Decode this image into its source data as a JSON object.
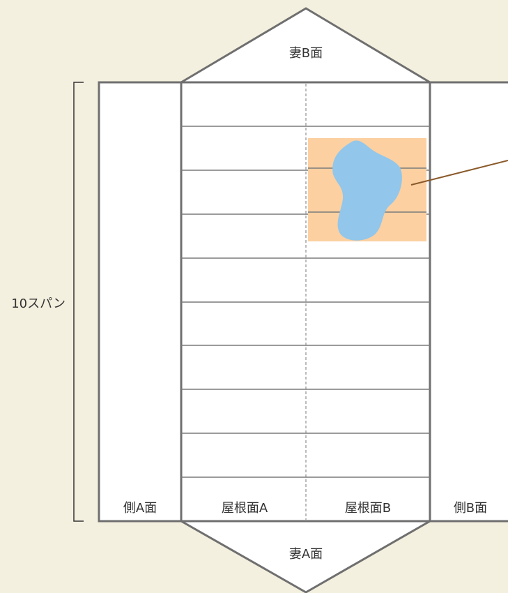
{
  "faces": {
    "gable_b": "妻B面",
    "gable_a": "妻A面",
    "side_a": "側A面",
    "roof_a": "屋根面A",
    "roof_b": "屋根面B",
    "side_b": "側B面"
  },
  "dimension": {
    "label": "10スパン",
    "span_count": 10
  },
  "damage": {
    "area_color": "#fcd0a1",
    "spot_color": "#92c6ea",
    "leader_color": "#8a5a2b"
  },
  "colors": {
    "background": "#f4f0df",
    "outline": "#6f6f6f"
  }
}
